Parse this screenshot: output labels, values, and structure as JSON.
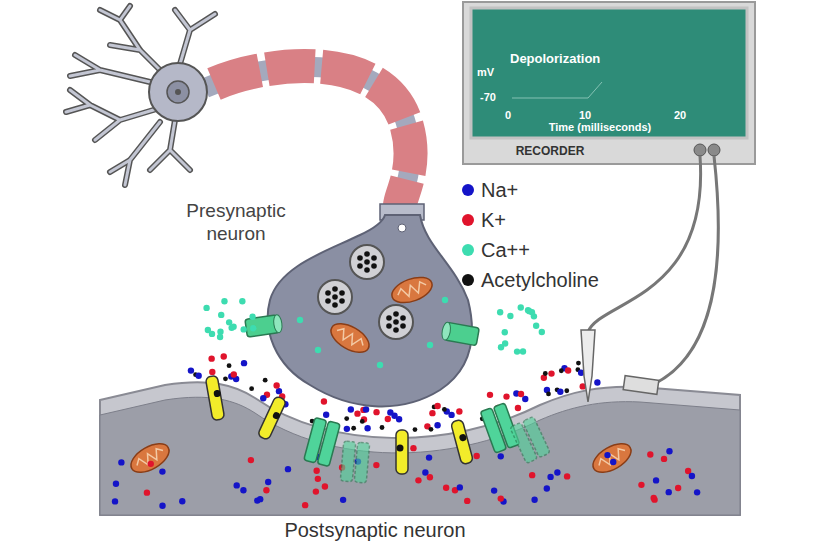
{
  "diagram": {
    "nodes": [
      {
        "text": [
          "RECORDER"
        ]
      },
      {
        "text": [
          "Depolorization",
          "mV",
          "-70",
          "0",
          "10",
          "20",
          "Time (milliseconds)"
        ],
        "in": 0
      }
    ],
    "labels": [
      "Presynaptic neuron",
      "Postsynaptic neuron"
    ],
    "legend": [
      {
        "text": "Na+",
        "color": "#1414c8"
      },
      {
        "text": "K+",
        "color": "#e0142c"
      },
      {
        "text": "Ca++",
        "color": "#3ddcb0"
      },
      {
        "text": "Acetylcholine",
        "color": "#111111"
      }
    ]
  }
}
